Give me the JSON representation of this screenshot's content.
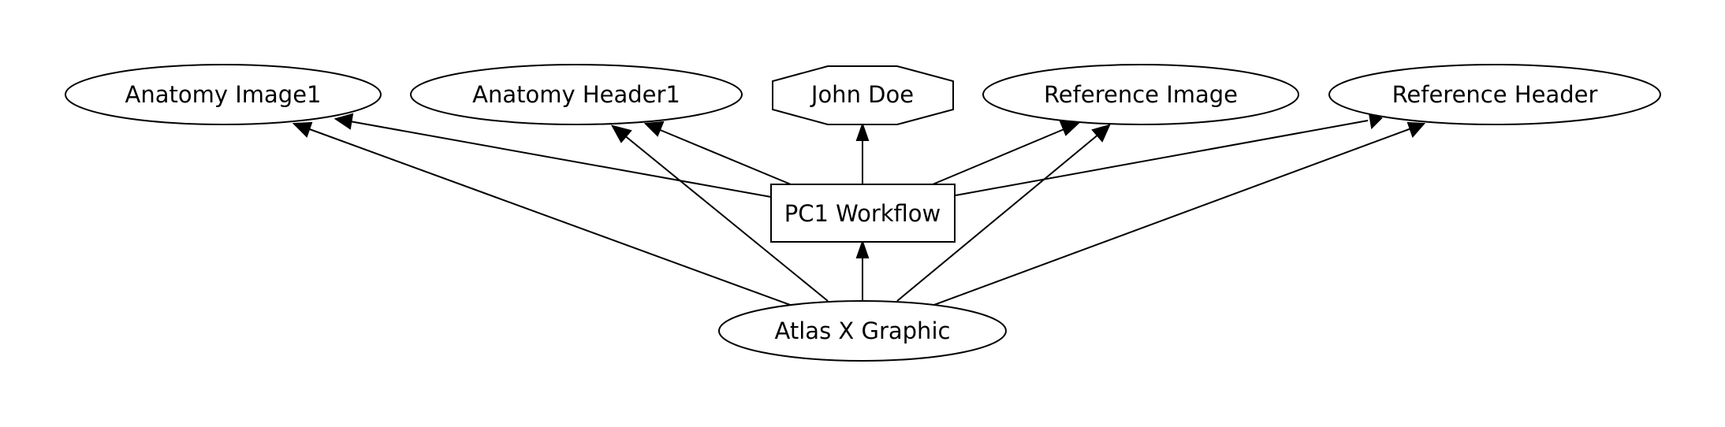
{
  "diagram": {
    "nodes": {
      "anatomy_image1": "Anatomy Image1",
      "anatomy_header1": "Anatomy Header1",
      "john_doe": "John Doe",
      "reference_image": "Reference Image",
      "reference_header": "Reference Header",
      "pc1_workflow": "PC1 Workflow",
      "atlas_x_graphic": "Atlas X Graphic"
    },
    "edges": [
      {
        "from": "PC1 Workflow",
        "to": "Anatomy Image1"
      },
      {
        "from": "PC1 Workflow",
        "to": "Anatomy Header1"
      },
      {
        "from": "PC1 Workflow",
        "to": "John Doe"
      },
      {
        "from": "PC1 Workflow",
        "to": "Reference Image"
      },
      {
        "from": "PC1 Workflow",
        "to": "Reference Header"
      },
      {
        "from": "Atlas X Graphic",
        "to": "Anatomy Image1"
      },
      {
        "from": "Atlas X Graphic",
        "to": "Anatomy Header1"
      },
      {
        "from": "Atlas X Graphic",
        "to": "PC1 Workflow"
      },
      {
        "from": "Atlas X Graphic",
        "to": "Reference Image"
      },
      {
        "from": "Atlas X Graphic",
        "to": "Reference Header"
      }
    ]
  }
}
